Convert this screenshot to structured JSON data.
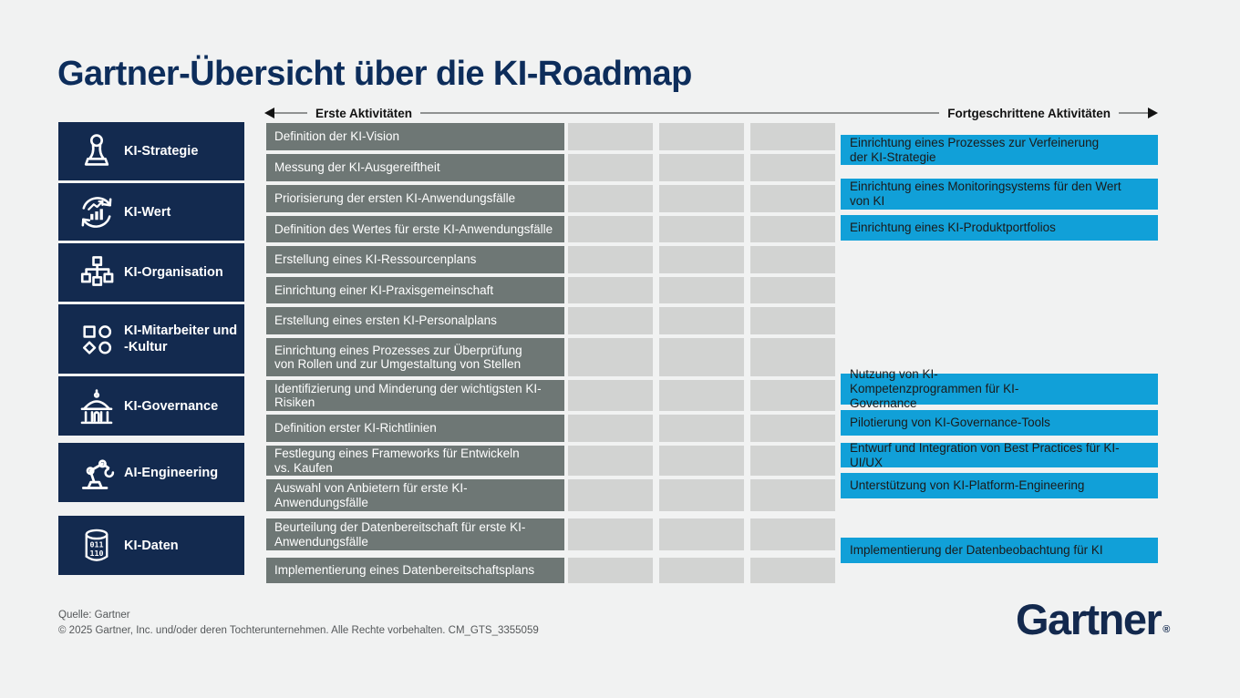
{
  "title": "Gartner-Übersicht über die KI-Roadmap",
  "timeline": {
    "left_label": "Erste Aktivitäten",
    "right_label": "Fortgeschrittene Aktivitäten"
  },
  "sidebar": {
    "items": [
      {
        "label": "KI-Strategie",
        "icon": "chess-pawn"
      },
      {
        "label": "KI-Wert",
        "icon": "value-cycle"
      },
      {
        "label": "KI-Organisation",
        "icon": "org-chart"
      },
      {
        "label": "KI-Mitarbeiter und -Kultur",
        "icon": "people-shapes"
      },
      {
        "label": "KI-Governance",
        "icon": "government-building"
      },
      {
        "label": "AI-Engineering",
        "icon": "robot-arm"
      },
      {
        "label": "KI-Daten",
        "icon": "database"
      }
    ]
  },
  "rows": [
    {
      "label": "Definition der KI-Vision"
    },
    {
      "label": "Messung der KI-Ausgereiftheit"
    },
    {
      "label": "Priorisierung der ersten KI-Anwendungsfälle"
    },
    {
      "label": "Definition des Wertes für erste KI-Anwendungsfälle"
    },
    {
      "label": "Erstellung eines KI-Ressourcenplans"
    },
    {
      "label": "Einrichtung einer KI-Praxisgemeinschaft"
    },
    {
      "label": "Erstellung eines ersten KI-Personalplans"
    },
    {
      "label": "Einrichtung eines Prozesses zur Überprüfung von Rollen und zur Umgestaltung von Stellen"
    },
    {
      "label": "Identifizierung und Minderung der wichtigsten KI-Risiken"
    },
    {
      "label": "Definition erster KI-Richtlinien"
    },
    {
      "label": "Festlegung eines Frameworks für Entwickeln vs. Kaufen"
    },
    {
      "label": "Auswahl von Anbietern für erste KI-Anwendungsfälle"
    },
    {
      "label": "Beurteilung der Datenbereitschaft für erste KI-Anwendungsfälle"
    },
    {
      "label": "Implementierung eines Datenbereitschaftsplans"
    }
  ],
  "advanced": [
    {
      "label": "Einrichtung eines Prozesses zur Verfeinerung der KI-Strategie"
    },
    {
      "label": "Einrichtung eines Monitoringsystems für den Wert von KI"
    },
    {
      "label": "Einrichtung eines KI-Produktportfolios"
    },
    {
      "label": "Nutzung von KI-Kompetenzprogrammen für KI-Governance"
    },
    {
      "label": "Pilotierung von KI-Governance-Tools"
    },
    {
      "label": "Entwurf und Integration von Best Practices für KI-UI/UX"
    },
    {
      "label": "Unterstützung von KI-Platform-Engineering"
    },
    {
      "label": "Implementierung der Datenbeobachtung für KI"
    }
  ],
  "footer": {
    "source": "Quelle: Gartner",
    "copyright": "© 2025 Gartner, Inc. und/oder deren Tochterunternehmen. Alle Rechte vorbehalten. CM_GTS_3355059",
    "logo": "Gartner",
    "logo_reg": "®"
  },
  "colors": {
    "background": "#f1f2f2",
    "title_navy": "#0d2d5b",
    "sidebar_navy": "#132a4f",
    "early_activity_gray": "#6e7775",
    "empty_cell_gray": "#d2d3d2",
    "advanced_blue": "#11a0d8",
    "footer_gray": "#55585a"
  }
}
